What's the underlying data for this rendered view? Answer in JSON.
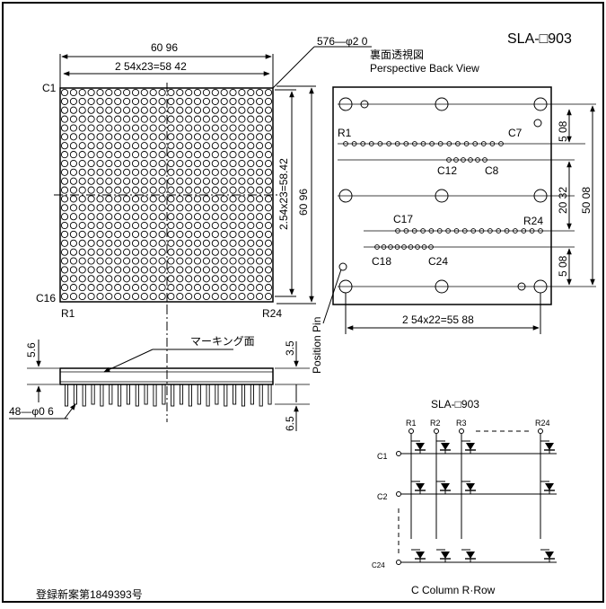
{
  "title": "SLA-□903",
  "top_dimension": "60 96",
  "pin_spec": "576—φ2 0",
  "inner_dimension": "2 54x23=58 42",
  "back_view_jp": "裏面透視図",
  "back_view_en": "Perspective Back View",
  "corner_labels": {
    "c1": "C1",
    "c16": "C16",
    "r1": "R1",
    "r24": "R24"
  },
  "vertical_dims": {
    "inner": "2.54x23=58.42",
    "outer": "60 96"
  },
  "back_labels": {
    "r1": "R1",
    "c7": "C7",
    "c12": "C12",
    "c8": "C8",
    "c17": "C17",
    "r24": "R24",
    "c18": "C18",
    "c24": "C24"
  },
  "right_dims": {
    "d1": "5 08",
    "d2": "20 32",
    "d3": "50 08",
    "d4": "5 08"
  },
  "bottom_dimension": "2 54x22=55 88",
  "position_pin": "Position Pin",
  "side_view": {
    "marking": "マーキング面",
    "h1": "5.6",
    "h2": "3.5",
    "h3": "6.5",
    "pin": "48—φ0 6"
  },
  "circuit": {
    "title": "SLA-□903",
    "rows": [
      "R1",
      "R2",
      "R3",
      "R24"
    ],
    "cols": [
      "C1",
      "C2",
      "C24"
    ],
    "legend": "C Column  R·Row"
  },
  "footer": "登録新案第1849393号"
}
